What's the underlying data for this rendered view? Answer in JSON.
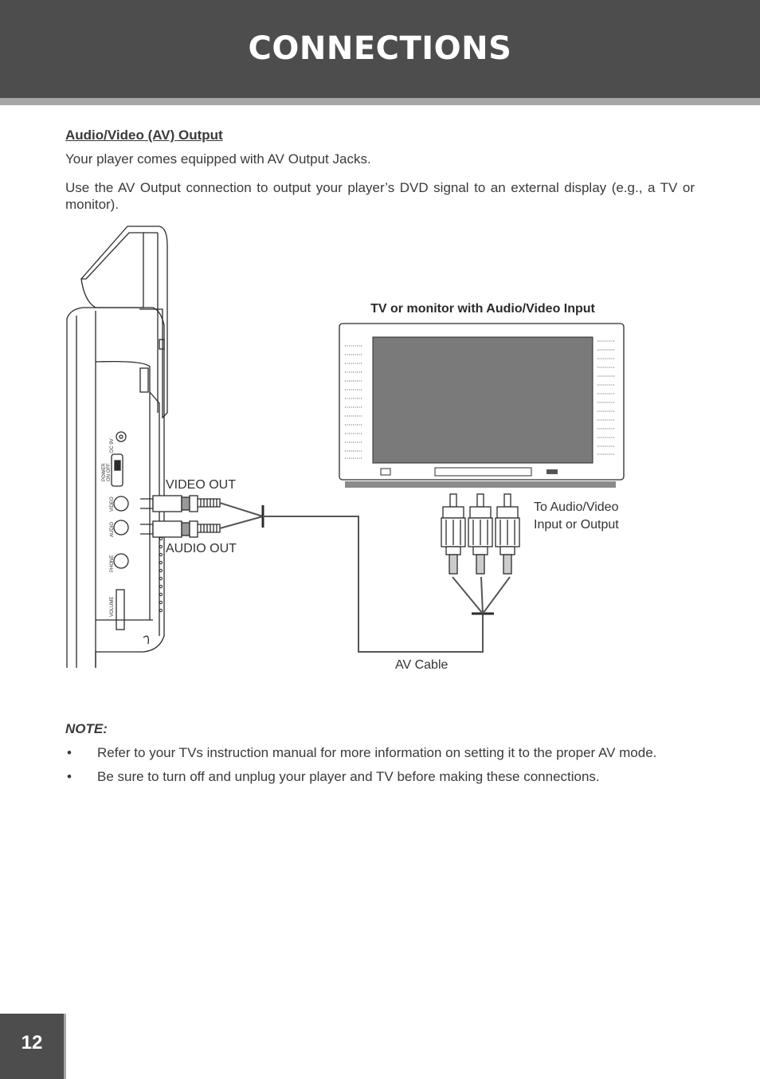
{
  "header": {
    "title": "CONNECTIONS"
  },
  "section": {
    "heading": "Audio/Video (AV) Output",
    "paragraphs": [
      "Your player comes equipped with AV Output Jacks.",
      "Use the AV Output connection to output your player’s DVD signal to an external display (e.g., a TV or monitor)."
    ]
  },
  "diagram": {
    "tv_label": "TV or monitor with Audio/Video Input",
    "video_out_label": "VIDEO OUT",
    "audio_out_label": "AUDIO OUT",
    "to_av_label_line1": "To Audio/Video",
    "to_av_label_line2": "Input or Output",
    "av_cable_label": "AV Cable",
    "jack_labels": {
      "dc": "DC 9V",
      "power": "POWER",
      "on_off": "ON  OFF",
      "video": "VIDEO",
      "audio": "AUDIO",
      "phone": "PHONE",
      "volume": "VOLUME"
    }
  },
  "note": {
    "heading": "NOTE:",
    "bullet_char": "•",
    "items": [
      "Refer to your TVs instruction manual for more information on setting it to the proper AV mode.",
      "Be sure to turn off and unplug your player and TV before making these connections."
    ]
  },
  "footer": {
    "page_number": "12"
  }
}
